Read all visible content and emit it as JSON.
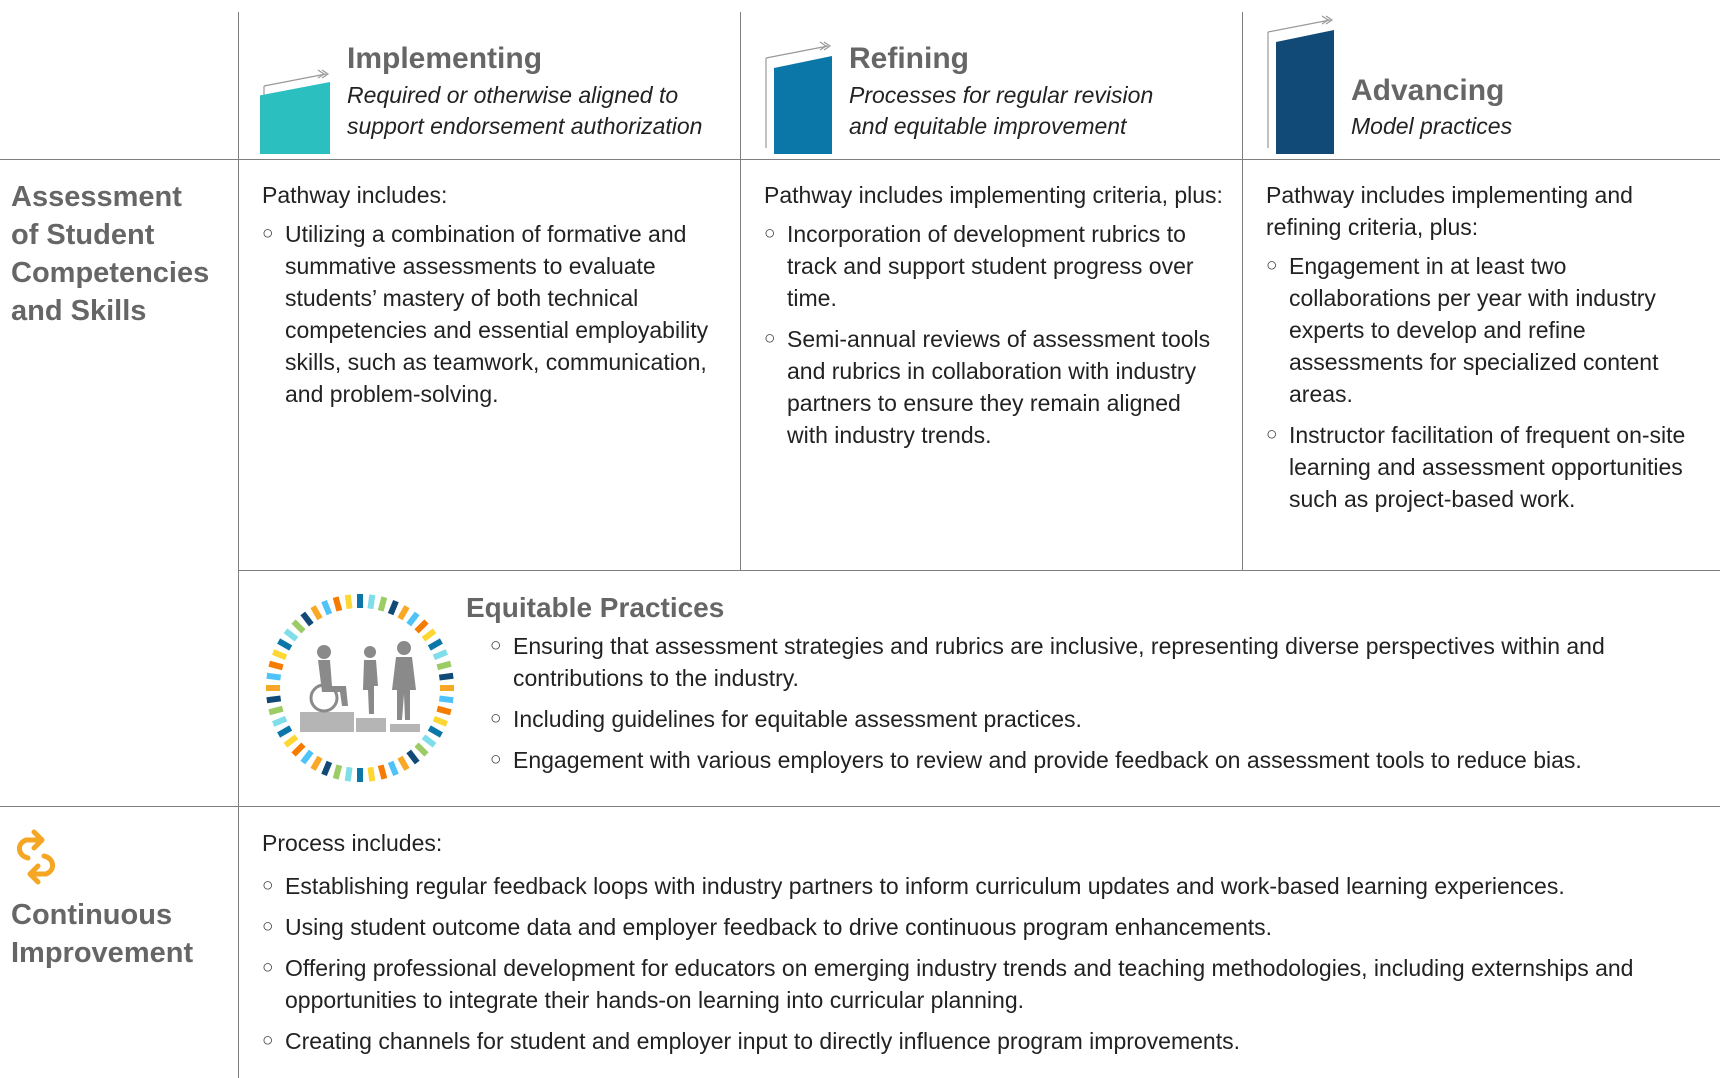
{
  "header": {
    "columns": [
      {
        "title": "Implementing",
        "subtitle_lines": [
          "Required or otherwise aligned to",
          "support endorsement authorization"
        ],
        "color": "#2bbfbf"
      },
      {
        "title": "Refining",
        "subtitle_lines": [
          "Processes for regular revision",
          "and equitable improvement"
        ],
        "color": "#0b76a8"
      },
      {
        "title": "Advancing",
        "subtitle_lines": [
          "Model practices"
        ],
        "color": "#124a77"
      }
    ]
  },
  "assessment": {
    "label_lines": [
      "Assessment",
      "of Student",
      "Competencies",
      "and Skills"
    ],
    "columns": [
      {
        "lead": "Pathway includes:",
        "bullets": [
          "Utilizing a combination of formative and summative assessments to evaluate students’ mastery of both technical competencies and essential employability skills, such as teamwork, communication, and problem-solving."
        ]
      },
      {
        "lead": "Pathway includes implementing criteria, plus:",
        "bullets": [
          "Incorporation of development rubrics to track and support student progress over time.",
          "Semi-annual reviews of assessment tools and rubrics in collaboration with industry partners to ensure they remain aligned with industry trends."
        ]
      },
      {
        "lead": "Pathway includes implementing and refining criteria, plus:",
        "bullets": [
          "Engagement in at least two collaborations per year with industry experts to develop and refine assessments for specialized content areas.",
          "Instructor facilitation of frequent on-site learning and assessment opportunities such as project-based work."
        ]
      }
    ]
  },
  "equitable": {
    "title": "Equitable Practices",
    "icon": "equity-people-ring-icon",
    "bullets": [
      "Ensuring that assessment strategies and rubrics are inclusive, representing diverse perspectives within and contributions to the industry.",
      "Including guidelines for equitable assessment practices.",
      "Engagement with various employers to review and provide feedback on assessment tools to reduce bias."
    ]
  },
  "continuous": {
    "label_lines": [
      "Continuous",
      "Improvement"
    ],
    "icon": "cycle-arrows-icon",
    "icon_color": "#f5a623",
    "lead": "Process includes:",
    "bullets": [
      "Establishing regular feedback loops with industry partners to inform curriculum updates and work-based learning experiences.",
      "Using student outcome data and employer feedback to drive continuous program enhancements.",
      "Offering professional development for educators on emerging industry trends and teaching methodologies, including externships and opportunities to integrate their hands-on learning into curricular planning.",
      "Creating channels for student and employer input to directly influence program improvements."
    ]
  }
}
